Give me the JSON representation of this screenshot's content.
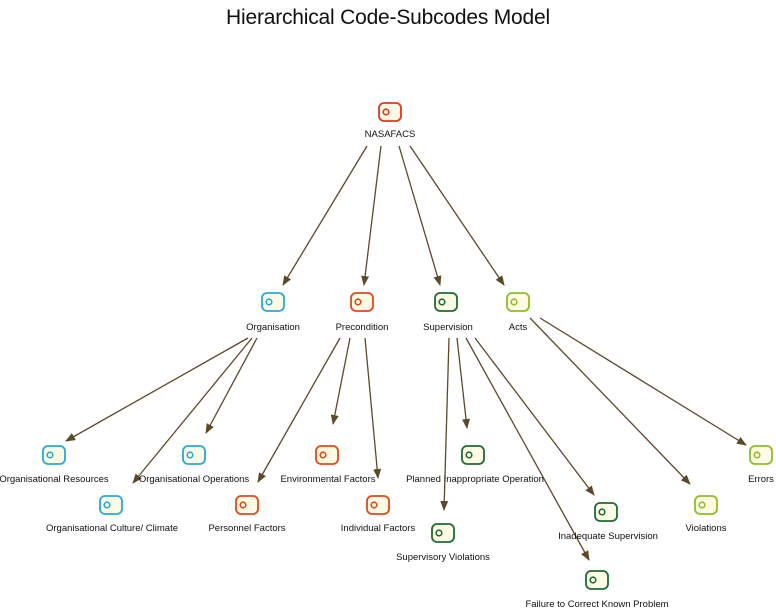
{
  "title": "Hierarchical Code-Subcodes Model",
  "colors": {
    "root": "#d93a1e",
    "organisation": "#2aa8d8",
    "precondition": "#e2481e",
    "supervision": "#1f6b34",
    "acts": "#8dbd2a",
    "edge": "#5b4a2a",
    "node_fill": "#fdfbe4"
  },
  "nodes": {
    "nasafacs": {
      "label": "NASAFACS",
      "icon": "code-node-icon",
      "color": "root"
    },
    "organisation": {
      "label": "Organisation",
      "icon": "code-node-icon",
      "color": "organisation"
    },
    "precondition": {
      "label": "Precondition",
      "icon": "code-node-icon",
      "color": "precondition"
    },
    "supervision": {
      "label": "Supervision",
      "icon": "code-node-icon",
      "color": "supervision"
    },
    "acts": {
      "label": "Acts",
      "icon": "code-node-icon",
      "color": "acts"
    },
    "org_resources": {
      "label": "Organisational Resources",
      "icon": "code-node-icon",
      "color": "organisation"
    },
    "org_culture": {
      "label": "Organisational Culture/ Climate",
      "icon": "code-node-icon",
      "color": "organisation"
    },
    "org_operations": {
      "label": "Organisational Operations",
      "icon": "code-node-icon",
      "color": "organisation"
    },
    "environmental": {
      "label": "Environmental Factors",
      "icon": "code-node-icon",
      "color": "precondition"
    },
    "personnel": {
      "label": "Personnel Factors",
      "icon": "code-node-icon",
      "color": "precondition"
    },
    "individual": {
      "label": "Individual Factors",
      "icon": "code-node-icon",
      "color": "precondition"
    },
    "planned_inappropriate": {
      "label": "Planned Inappropriate Operation",
      "icon": "code-node-icon",
      "color": "supervision"
    },
    "supervisory_violations": {
      "label": "Supervisory Violations",
      "icon": "code-node-icon",
      "color": "supervision"
    },
    "inadequate_supervision": {
      "label": "Inadequate Supervision",
      "icon": "code-node-icon",
      "color": "supervision"
    },
    "failure_correct": {
      "label": "Failure to Correct Known Problem",
      "icon": "code-node-icon",
      "color": "supervision"
    },
    "violations": {
      "label": "Violations",
      "icon": "code-node-icon",
      "color": "acts"
    },
    "errors": {
      "label": "Errors",
      "icon": "code-node-icon",
      "color": "acts"
    }
  },
  "edges": [
    [
      "nasafacs",
      "organisation"
    ],
    [
      "nasafacs",
      "precondition"
    ],
    [
      "nasafacs",
      "supervision"
    ],
    [
      "nasafacs",
      "acts"
    ],
    [
      "organisation",
      "org_resources"
    ],
    [
      "organisation",
      "org_culture"
    ],
    [
      "organisation",
      "org_operations"
    ],
    [
      "precondition",
      "personnel"
    ],
    [
      "precondition",
      "environmental"
    ],
    [
      "precondition",
      "individual"
    ],
    [
      "supervision",
      "supervisory_violations"
    ],
    [
      "supervision",
      "planned_inappropriate"
    ],
    [
      "supervision",
      "failure_correct"
    ],
    [
      "supervision",
      "inadequate_supervision"
    ],
    [
      "acts",
      "violations"
    ],
    [
      "acts",
      "errors"
    ]
  ]
}
